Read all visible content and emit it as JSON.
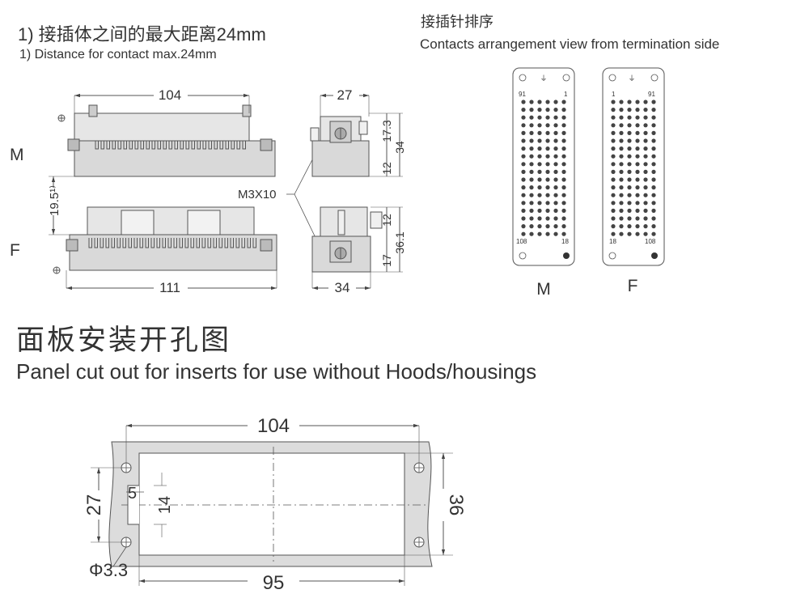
{
  "header": {
    "distance_note_cn": "1) 接插体之间的最大距离24mm",
    "distance_note_en": "1) Distance for contact max.24mm",
    "arrangement_title_cn": "接插针排序",
    "arrangement_title_en": "Contacts arrangement view from termination side"
  },
  "side_view": {
    "label_m": "M",
    "label_f": "F",
    "dim_top_width": "104",
    "dim_bottom_width": "111",
    "dim_gap": "19.5¹⁾",
    "screw_label": "M3X10"
  },
  "end_view": {
    "dim_top_width": "27",
    "dim_bottom_width": "34",
    "dim_m_upper": "17.3",
    "dim_m_total": "34",
    "dim_m_lower": "12",
    "dim_f_upper": "12",
    "dim_f_total": "36.1",
    "dim_f_lower": "17"
  },
  "contact_faces": {
    "male": {
      "label": "M",
      "pin_top_left": "91",
      "pin_top_right": "1",
      "pin_bottom_left": "108",
      "pin_bottom_right": "18"
    },
    "female": {
      "label": "F",
      "pin_top_left": "1",
      "pin_top_right": "91",
      "pin_bottom_left": "18",
      "pin_bottom_right": "108"
    }
  },
  "panel_cutout": {
    "title_cn": "面板安装开孔图",
    "title_en": "Panel cut out for inserts for use without Hoods/housings",
    "dim_outer_width": "104",
    "dim_cut_width": "95",
    "dim_height": "36",
    "dim_hole_pitch": "27",
    "dim_offset": "5",
    "dim_slot": "14",
    "dim_hole_diameter": "Φ3.3"
  }
}
